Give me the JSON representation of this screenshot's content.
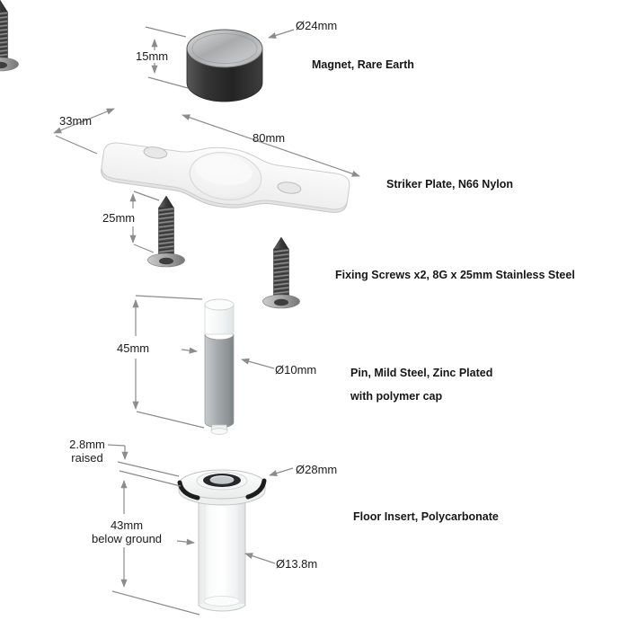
{
  "parts": {
    "magnet": {
      "name": "Magnet, Rare Earth",
      "diameter": "Ø24mm",
      "height": "15mm"
    },
    "striker_plate": {
      "name": "Striker Plate, N66 Nylon",
      "width": "33mm",
      "length": "80mm"
    },
    "fixing_screws": {
      "name": "Fixing Screws x2, 8G x 25mm Stainless Steel",
      "length": "25mm"
    },
    "pin": {
      "name_line1": "Pin, Mild Steel, Zinc Plated",
      "name_line2": "with polymer cap",
      "length": "45mm",
      "diameter": "Ø10mm"
    },
    "floor_insert": {
      "name": "Floor Insert, Polycarbonate",
      "raised_value": "2.8mm",
      "raised_label": "raised",
      "flange_diameter": "Ø28mm",
      "depth_value": "43mm",
      "depth_label": "below ground",
      "tube_diameter": "Ø13.8m"
    }
  },
  "colors": {
    "background": "#ffffff",
    "dimension_line": "#8c8c8c",
    "text": "#1b1b1b",
    "magnet_body": "#2f2f2f",
    "magnet_top": "#b4b6b8",
    "plate": "#f5f5f5",
    "screw": "#4b4b4b",
    "pin_body": "#9aa0a2",
    "insert": "#f4f5f5"
  }
}
